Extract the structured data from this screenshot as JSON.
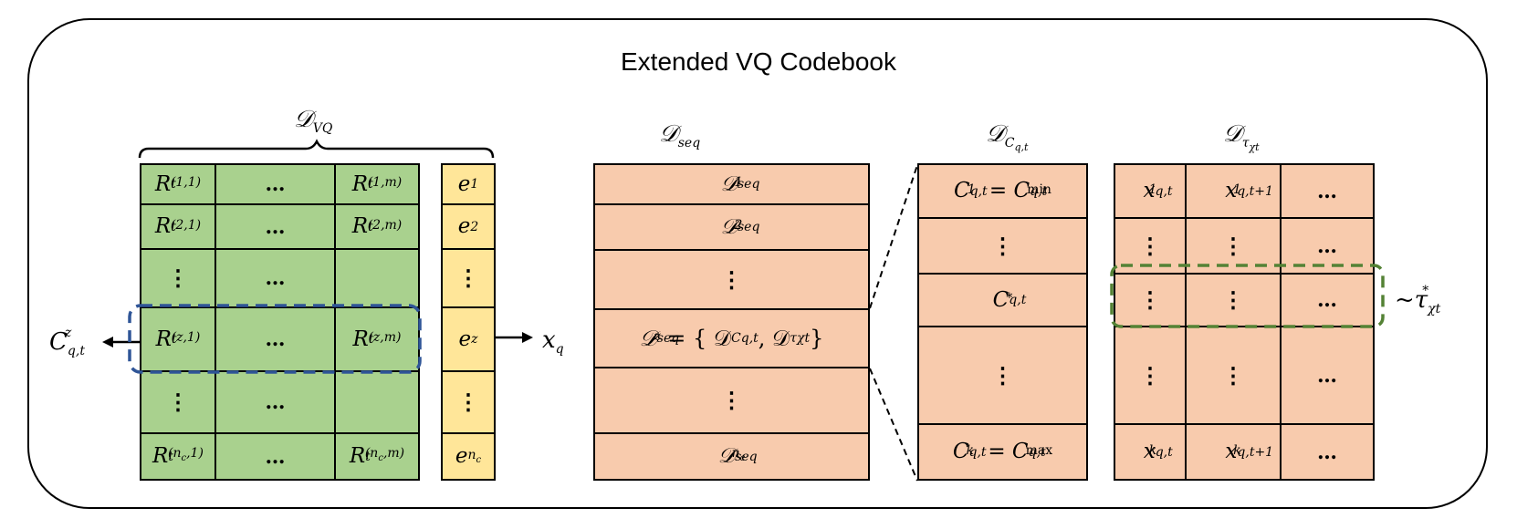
{
  "title": "Extended VQ Codebook",
  "labels": {
    "d_vq": "𝒟",
    "d_vq_sub": "VQ",
    "d_seq": "𝒟",
    "d_seq_sub": "seq",
    "d_c": "𝒟",
    "d_c_sub": "C",
    "d_c_subsub": "q,t",
    "d_tau": "𝒟",
    "d_tau_sub": "τ",
    "d_tau_subsub": "χt",
    "c_out": "C",
    "c_out_sup": "z",
    "c_out_sub": "q,t",
    "x_q": "x",
    "x_q_sub": "q",
    "tau_star": "~τ",
    "tau_star_sup": "*",
    "tau_star_sub": "χt"
  },
  "vq_table": {
    "rows": [
      [
        "R|(1,1)",
        "…",
        "R|(1,m)"
      ],
      [
        "R|(2,1)",
        "…",
        "R|(2,m)"
      ],
      [
        "⋮",
        "…",
        ""
      ],
      [
        "R|(z,1)",
        "…",
        "R|(z,m)"
      ],
      [
        "⋮",
        "…",
        ""
      ],
      [
        "R|(nc,1)",
        "…",
        "R|(nc,m)"
      ]
    ],
    "base_letter": "R",
    "base_sub": "t"
  },
  "e_column": [
    "e|1",
    "e|2",
    "⋮",
    "e|z",
    "⋮",
    "e|nc"
  ],
  "seq_column": {
    "row1_sup": "1",
    "row2_sup": "2",
    "rowz_sup": "z",
    "rown_sup": "nc",
    "sub": "seq",
    "rowz_rhs": "= { 𝒟",
    "rowz_rhs_sub": "Cq,t",
    "rowz_comma": ", 𝒟",
    "rowz_tau_sub": "τχt",
    "rowz_close": " }"
  },
  "c_column": {
    "row1_lhs": "C",
    "row1_lhs_sup": "1",
    "row1_eq": "=",
    "row1_rhs_sup": "min",
    "star_sup": "*",
    "rowk_lhs_sup": "k",
    "rowk_rhs_sup": "max",
    "sub": "q,t"
  },
  "tau_table": {
    "row1": [
      "x|1|q,t",
      "x|1|q,t+1",
      "…"
    ],
    "rowk": [
      "x|k|q,t",
      "x|k|q,t+1",
      "…"
    ],
    "filler": "⋮",
    "hdots": "…"
  },
  "colors": {
    "green": "#a9d18e",
    "yellow": "#ffe699",
    "peach": "#f8cbad",
    "blue_dash": "#2f5597",
    "green_dash": "#548235"
  }
}
